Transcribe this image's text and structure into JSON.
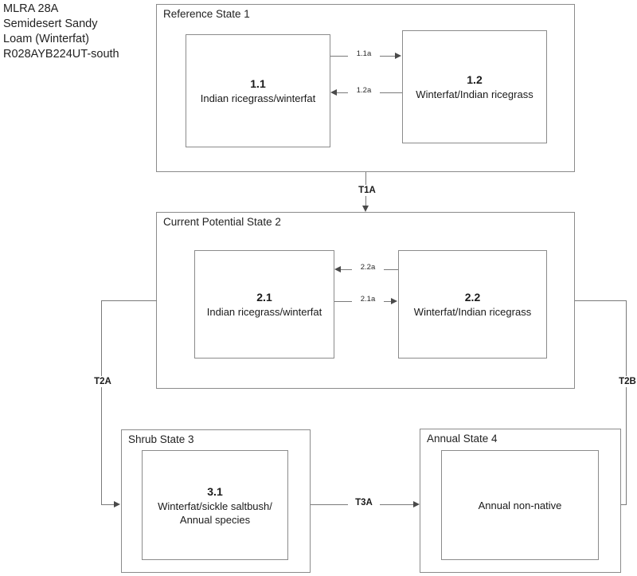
{
  "title": {
    "lines": "MLRA 28A\nSemidesert Sandy\nLoam (Winterfat)\nR028AYB224UT-south"
  },
  "states": [
    {
      "id": "state-1",
      "label": "Reference State 1",
      "phases": [
        {
          "id": "phase-1-1",
          "number": "1.1",
          "description": "Indian ricegrass/winterfat"
        },
        {
          "id": "phase-1-2",
          "number": "1.2",
          "description": "Winterfat/Indian ricegrass"
        }
      ]
    },
    {
      "id": "state-2",
      "label": "Current Potential State 2",
      "phases": [
        {
          "id": "phase-2-1",
          "number": "2.1",
          "description": "Indian ricegrass/winterfat"
        },
        {
          "id": "phase-2-2",
          "number": "2.2",
          "description": "Winterfat/Indian ricegrass"
        }
      ]
    },
    {
      "id": "state-3",
      "label": "Shrub State 3",
      "phases": [
        {
          "id": "phase-3-1",
          "number": "3.1",
          "description": "Winterfat/sickle saltbush/\nAnnual species"
        }
      ]
    },
    {
      "id": "state-4",
      "label": "Annual State 4",
      "phases": [
        {
          "id": "phase-4-1",
          "number": "",
          "description": "Annual non-native"
        }
      ]
    }
  ],
  "pathways": [
    {
      "id": "pathway-1-1a",
      "label": "1.1a",
      "from": "1.1",
      "to": "1.2",
      "direction": "right"
    },
    {
      "id": "pathway-1-2a",
      "label": "1.2a",
      "from": "1.2",
      "to": "1.1",
      "direction": "left"
    },
    {
      "id": "pathway-2-2a",
      "label": "2.2a",
      "from": "2.2",
      "to": "2.1",
      "direction": "left"
    },
    {
      "id": "pathway-2-1a",
      "label": "2.1a",
      "from": "2.1",
      "to": "2.2",
      "direction": "right"
    }
  ],
  "transitions": [
    {
      "id": "transition-t1a",
      "label": "T1A",
      "from": "Reference State 1",
      "to": "Current Potential State 2"
    },
    {
      "id": "transition-t2a",
      "label": "T2A",
      "from": "Current Potential State 2",
      "to": "Shrub State 3"
    },
    {
      "id": "transition-t2b",
      "label": "T2B",
      "from": "Current Potential State 2",
      "to": "Annual State 4"
    },
    {
      "id": "transition-t3a",
      "label": "T3A",
      "from": "Shrub State 3",
      "to": "Annual State 4"
    }
  ],
  "colors": {
    "box_border": "#8b8b8b",
    "connector": "#7a7a7a",
    "arrow_head": "#4a4a4a",
    "text": "#1a1a1a",
    "background": "#ffffff"
  }
}
